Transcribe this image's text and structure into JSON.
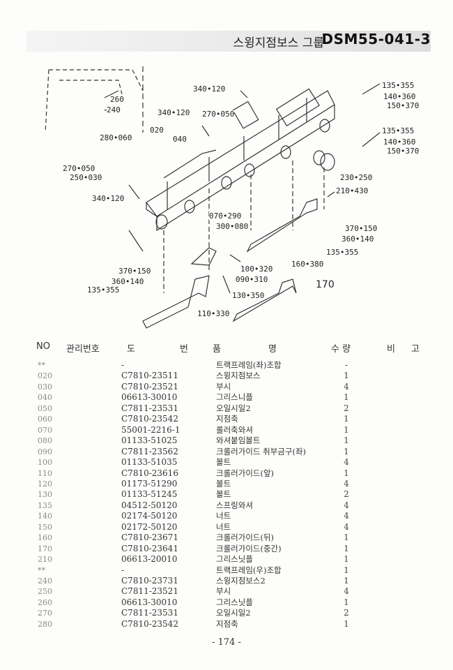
{
  "header": {
    "title": "스윙지점보스 그룹",
    "code": "DSM55-041-3"
  },
  "diagram": {
    "labels": [
      "340•120",
      "135•355",
      "140•360",
      "150•370",
      "260",
      "240",
      "340•120",
      "270•050",
      "020",
      "280•060",
      "040",
      "135•355",
      "140•360",
      "150•370",
      "270•050",
      "250•030",
      "230•250",
      "210•430",
      "340•120",
      "070•290",
      "300•080",
      "370•150",
      "360•140",
      "135•355",
      "160•380",
      "100•320",
      "370•150",
      "090•310",
      "360•140",
      "135•355",
      "170",
      "130•350",
      "110•330"
    ]
  },
  "table": {
    "headers": [
      "NO",
      "관리번호",
      "도",
      "번",
      "품",
      "명",
      "수 량",
      "비",
      "고"
    ],
    "rows": [
      {
        "no": "**",
        "mgmt": "",
        "part": "-",
        "name": "트랙프레임(좌)조합",
        "qty": "-"
      },
      {
        "no": "020",
        "mgmt": "",
        "part": "C7810-23511",
        "name": "스윙지점보스",
        "qty": "1"
      },
      {
        "no": "030",
        "mgmt": "",
        "part": "C7810-23521",
        "name": "부시",
        "qty": "4"
      },
      {
        "no": "040",
        "mgmt": "",
        "part": "06613-30010",
        "name": "그리스니플",
        "qty": "1"
      },
      {
        "no": "050",
        "mgmt": "",
        "part": "C7811-23531",
        "name": "오일시일2",
        "qty": "2"
      },
      {
        "no": "060",
        "mgmt": "",
        "part": "C7810-23542",
        "name": "지점축",
        "qty": "1"
      },
      {
        "no": "070",
        "mgmt": "",
        "part": "55001-2216-1",
        "name": "롤러축와셔",
        "qty": "1"
      },
      {
        "no": "080",
        "mgmt": "",
        "part": "01133-51025",
        "name": "와셔붙임볼트",
        "qty": "1"
      },
      {
        "no": "090",
        "mgmt": "",
        "part": "C7811-23562",
        "name": "크롤러가이드 취부금구(좌)",
        "qty": "1"
      },
      {
        "no": "100",
        "mgmt": "",
        "part": "01133-51035",
        "name": "볼트",
        "qty": "4"
      },
      {
        "no": "110",
        "mgmt": "",
        "part": "C7810-23616",
        "name": "크롤러가이드(앞)",
        "qty": "1"
      },
      {
        "no": "120",
        "mgmt": "",
        "part": "01173-51290",
        "name": "볼트",
        "qty": "4"
      },
      {
        "no": "130",
        "mgmt": "",
        "part": "01133-51245",
        "name": "볼트",
        "qty": "2"
      },
      {
        "no": "135",
        "mgmt": "",
        "part": "04512-50120",
        "name": "스프링와셔",
        "qty": "4"
      },
      {
        "no": "140",
        "mgmt": "",
        "part": "02174-50120",
        "name": "너트",
        "qty": "4"
      },
      {
        "no": "150",
        "mgmt": "",
        "part": "02172-50120",
        "name": "너트",
        "qty": "4"
      },
      {
        "no": "160",
        "mgmt": "",
        "part": "C7810-23671",
        "name": "크롤러가이드(뒤)",
        "qty": "1"
      },
      {
        "no": "170",
        "mgmt": "",
        "part": "C7810-23641",
        "name": "크롤러가이드(중간)",
        "qty": "1"
      },
      {
        "no": "210",
        "mgmt": "",
        "part": "06613-20010",
        "name": "그리스닛플",
        "qty": "1"
      },
      {
        "no": "**",
        "mgmt": "",
        "part": "-",
        "name": "트랙프레임(우)조합",
        "qty": "1"
      },
      {
        "no": "240",
        "mgmt": "",
        "part": "C7810-23731",
        "name": "스윙지점보스2",
        "qty": "1"
      },
      {
        "no": "250",
        "mgmt": "",
        "part": "C7811-23521",
        "name": "부시",
        "qty": "4"
      },
      {
        "no": "260",
        "mgmt": "",
        "part": "06613-30010",
        "name": "그리스닛플",
        "qty": "1"
      },
      {
        "no": "270",
        "mgmt": "",
        "part": "C7811-23531",
        "name": "오일시일2",
        "qty": "2"
      },
      {
        "no": "280",
        "mgmt": "",
        "part": "C7810-23542",
        "name": "지점축",
        "qty": "1"
      }
    ]
  },
  "footer": {
    "page": "- 174 -"
  }
}
